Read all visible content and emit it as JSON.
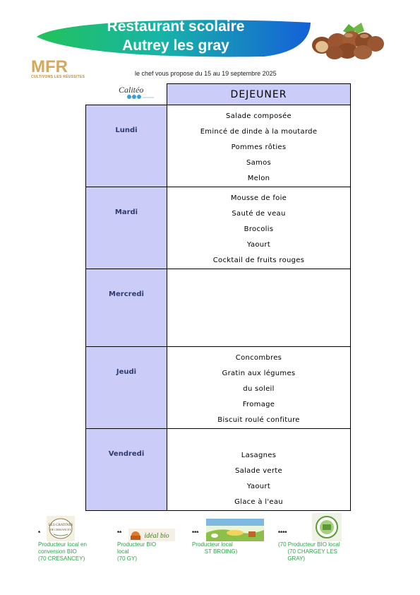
{
  "header": {
    "title_line1": "Restaurant scolaire",
    "title_line2": "Autrey les gray",
    "subtitle": "le chef  vous propose du 15 au 19 septembre 2025",
    "mfr_letters": "MFR",
    "mfr_tagline": "CULTIVONS LES RÉUSSITES",
    "caterer": "Calitéo"
  },
  "colors": {
    "banner_green": "#22c25a",
    "banner_blue": "#1560d8",
    "table_lavender": "#ccccf8",
    "day_text": "#2e3b6e",
    "legend_green": "#2fa34a"
  },
  "menu": {
    "meal": "DEJEUNER",
    "days": [
      {
        "name": "Lundi",
        "dishes": [
          "Salade composée",
          "Emincé de dinde à la moutarde",
          "Pommes rôties",
          "Samos",
          "Melon"
        ]
      },
      {
        "name": "Mardi",
        "dishes": [
          "Mousse de foie",
          "Sauté de veau",
          "Brocolis",
          "Yaourt",
          "Cocktail de fruits rouges"
        ]
      },
      {
        "name": "Mercredi",
        "dishes": []
      },
      {
        "name": "Jeudi",
        "dishes": [
          "Concombres",
          "Gratin aux légumes",
          "du soleil",
          "Fromage",
          "Biscuit roulé confiture"
        ]
      },
      {
        "name": "Vendredi",
        "dishes": [
          "",
          "Lasagnes",
          "Salade verte",
          "Yaourt",
          "Glace à l'eau"
        ]
      }
    ]
  },
  "legend": [
    {
      "mark": "*",
      "text_lines": [
        "Producteur local en",
        "conversion BIO",
        "(70 CRESANCEY)"
      ],
      "logo": "les-gratines-de-cresancey-logo",
      "logo_text": "LES GRATINES DE CRESANCEY"
    },
    {
      "mark": "**",
      "text_lines": [
        "Producteur BIO",
        "local",
        "(70 GY)"
      ],
      "logo": "ideal-bio-logo",
      "logo_text": "idéal bio"
    },
    {
      "mark": "***",
      "text_lines": [
        "Producteur local",
        "        ST BROING)"
      ],
      "logo": "ferme-brebis-logo",
      "logo_text": ""
    },
    {
      "mark": "****",
      "text_lines": [
        "(70 Producteur BIO local",
        "      (70 CHARGEY LES",
        "      GRAY)"
      ],
      "logo": "ferme-bio-logo",
      "logo_text": ""
    }
  ]
}
